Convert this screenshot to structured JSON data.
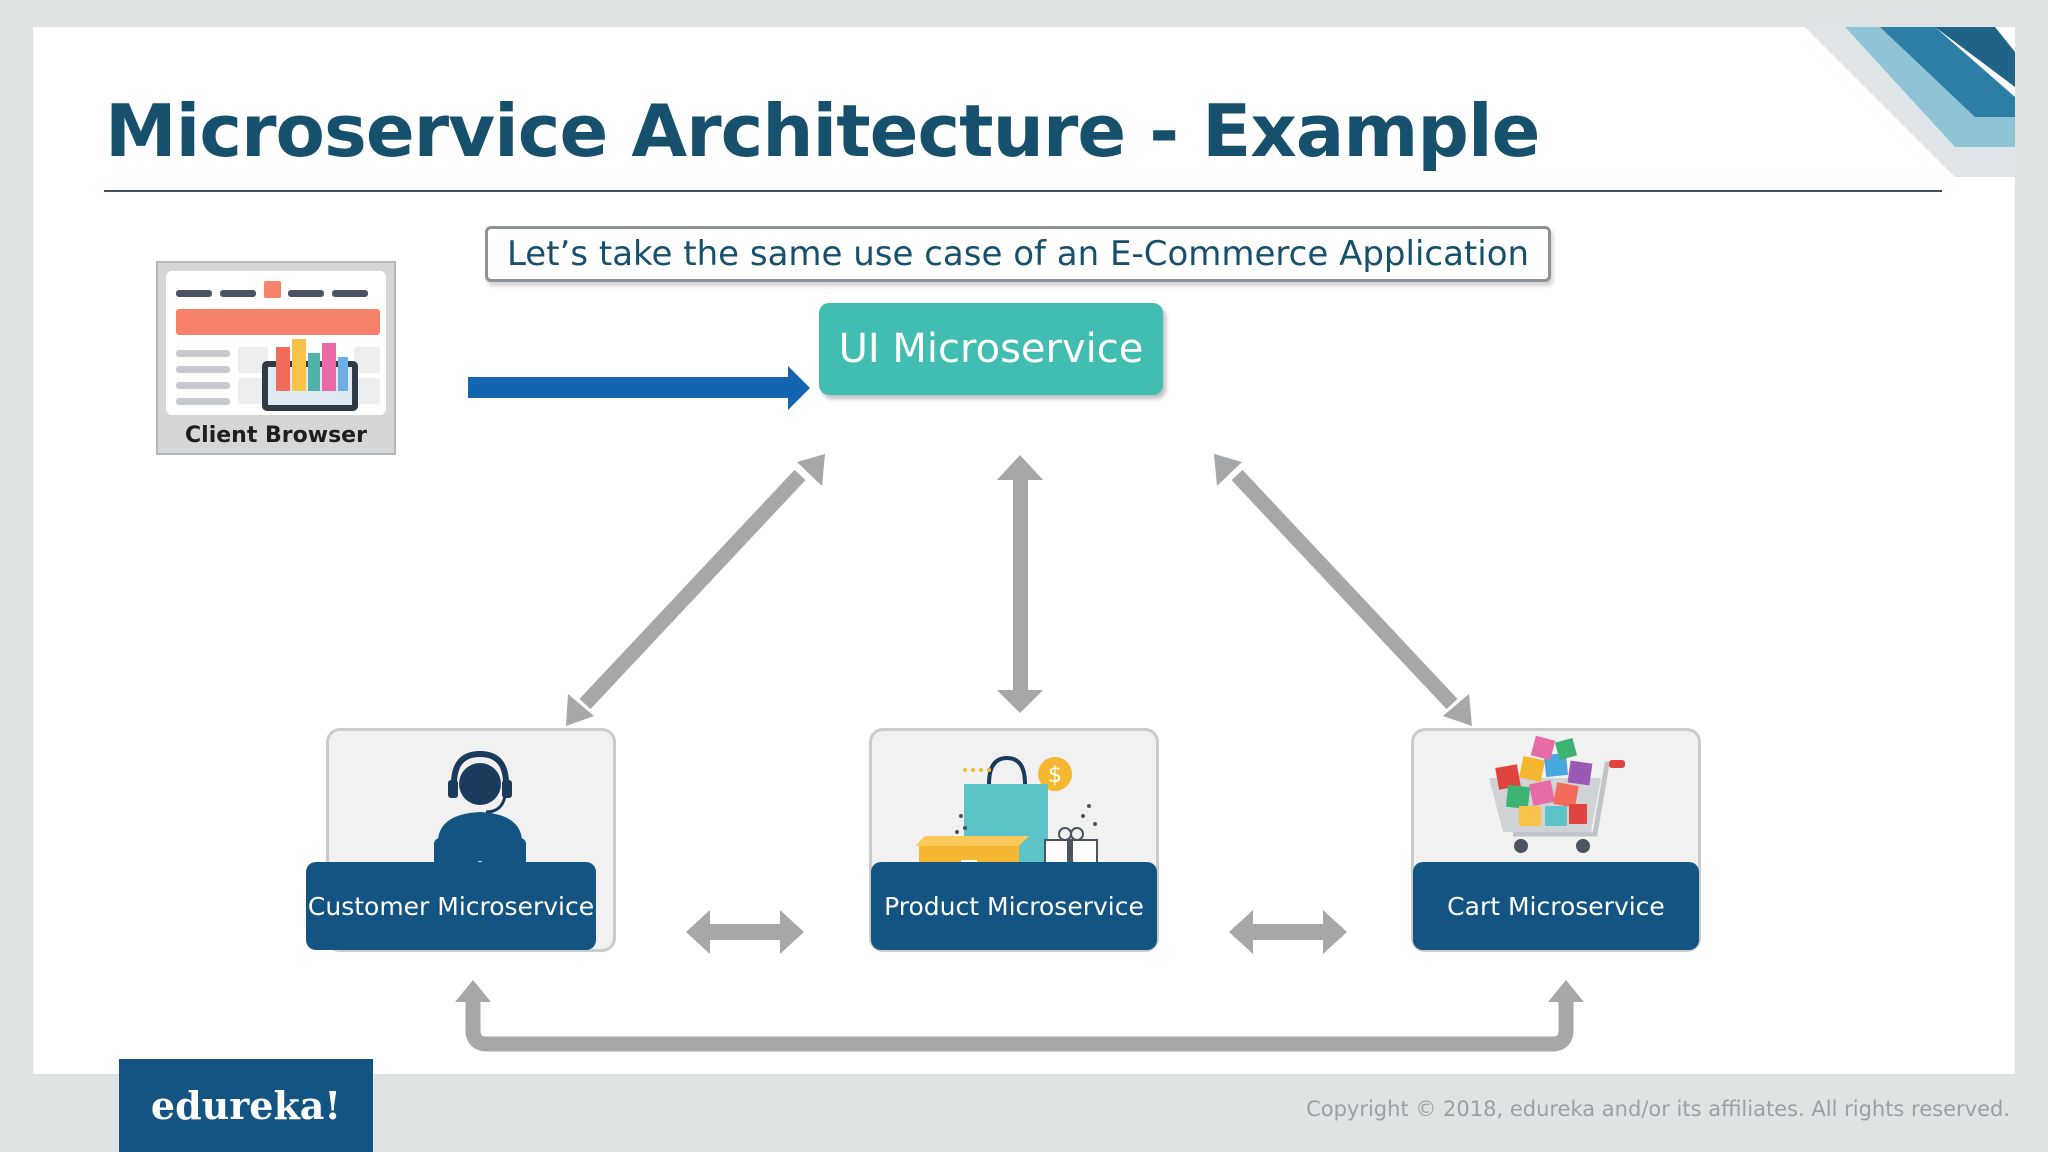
{
  "slide": {
    "title": "Microservice Architecture - Example",
    "use_case": "Let’s take the same use case of an E-Commerce Application"
  },
  "client": {
    "label": "Client Browser"
  },
  "ui_service": {
    "label": "UI Microservice"
  },
  "services": [
    {
      "label": "Customer Microservice",
      "icon": "customer-support-agent-icon"
    },
    {
      "label": "Product Microservice",
      "icon": "shopping-products-icon"
    },
    {
      "label": "Cart Microservice",
      "icon": "shopping-cart-icon"
    }
  ],
  "footer": {
    "logo": "edureka!",
    "copyright": "Copyright © 2018, edureka and/or its affiliates. All rights reserved."
  },
  "colors": {
    "title": "#17506d",
    "ui_service": "#42bdb1",
    "service_label": "#135483",
    "arrow_gray": "#a5a7a8",
    "arrow_blue": "#1465b0"
  }
}
